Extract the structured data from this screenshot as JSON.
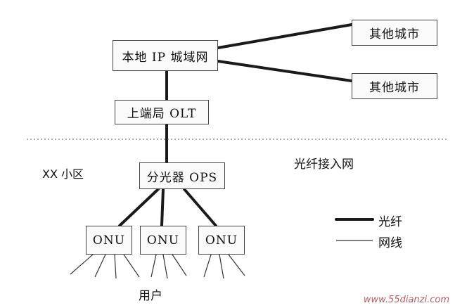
{
  "nodes": {
    "local_ip": "本地 IP 城域网",
    "other_city_1": "其他城市",
    "other_city_2": "其他城市",
    "olt": "上端局 OLT",
    "ops": "分光器 OPS",
    "onu_1": "ONU",
    "onu_2": "ONU",
    "onu_3": "ONU"
  },
  "labels": {
    "district": "XX 小区",
    "access_network": "光纤接入网",
    "users": "用户"
  },
  "legend": {
    "fiber": "光纤",
    "cable": "网线"
  },
  "watermark": "www.55dianzi.com"
}
